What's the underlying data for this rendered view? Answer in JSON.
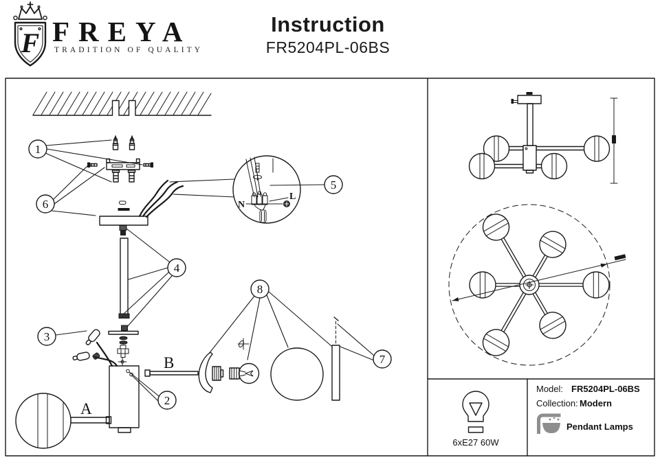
{
  "header": {
    "brand": "FREYA",
    "tagline": "TRADITION OF QUALITY",
    "title": "Instruction",
    "model": "FR5204PL-06BS"
  },
  "diagram": {
    "callouts": {
      "c1": "1",
      "c2": "2",
      "c3": "3",
      "c4": "4",
      "c5": "5",
      "c6": "6",
      "c7": "7",
      "c8": "8"
    },
    "labels": {
      "globe_arm": "A",
      "arm": "B",
      "neutral": "N",
      "live": "L"
    }
  },
  "spec": {
    "bulb": "6xE27 60W",
    "model_label": "Model:",
    "model_value": "FR5204PL-06BS",
    "collection_label": "Collection:",
    "collection_value": "Modern",
    "category": "Pendant Lamps"
  }
}
